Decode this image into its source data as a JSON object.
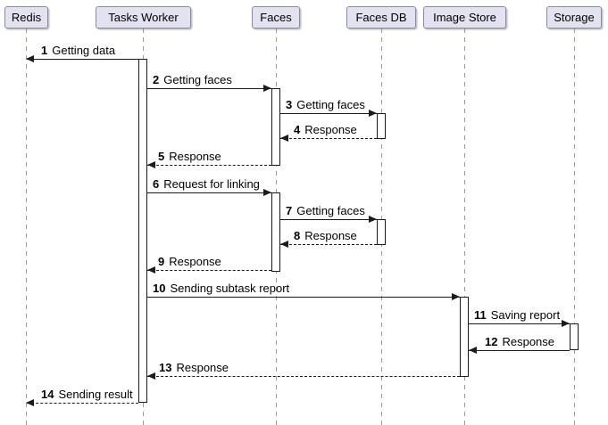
{
  "diagram": {
    "type": "sequence",
    "participants": [
      {
        "name": "Redis"
      },
      {
        "name": "Tasks Worker"
      },
      {
        "name": "Faces"
      },
      {
        "name": "Faces DB"
      },
      {
        "name": "Image Store"
      },
      {
        "name": "Storage"
      }
    ],
    "messages": [
      {
        "num": "1",
        "text": "Getting data",
        "from": "Tasks Worker",
        "to": "Redis",
        "line": "solid"
      },
      {
        "num": "2",
        "text": "Getting faces",
        "from": "Tasks Worker",
        "to": "Faces",
        "line": "solid"
      },
      {
        "num": "3",
        "text": "Getting faces",
        "from": "Faces",
        "to": "Faces DB",
        "line": "solid"
      },
      {
        "num": "4",
        "text": "Response",
        "from": "Faces DB",
        "to": "Faces",
        "line": "dashed"
      },
      {
        "num": "5",
        "text": "Response",
        "from": "Faces",
        "to": "Tasks Worker",
        "line": "dashed"
      },
      {
        "num": "6",
        "text": "Request for linking",
        "from": "Tasks Worker",
        "to": "Faces",
        "line": "solid"
      },
      {
        "num": "7",
        "text": "Getting faces",
        "from": "Faces",
        "to": "Faces DB",
        "line": "solid"
      },
      {
        "num": "8",
        "text": "Response",
        "from": "Faces DB",
        "to": "Faces",
        "line": "dashed"
      },
      {
        "num": "9",
        "text": "Response",
        "from": "Faces",
        "to": "Tasks Worker",
        "line": "dashed"
      },
      {
        "num": "10",
        "text": "Sending subtask report",
        "from": "Tasks Worker",
        "to": "Image Store",
        "line": "solid"
      },
      {
        "num": "11",
        "text": "Saving report",
        "from": "Image Store",
        "to": "Storage",
        "line": "solid"
      },
      {
        "num": "12",
        "text": "Response",
        "from": "Storage",
        "to": "Image Store",
        "line": "solid"
      },
      {
        "num": "13",
        "text": "Response",
        "from": "Image Store",
        "to": "Tasks Worker",
        "line": "dashed"
      },
      {
        "num": "14",
        "text": "Sending result",
        "from": "Tasks Worker",
        "to": "Redis",
        "line": "dashed"
      }
    ],
    "colors": {
      "participant_fill": "#E2E2F0",
      "participant_border": "#8A8AA3",
      "message_line": "#1B1B1B",
      "lifeline": "#9A9A9A",
      "activation_fill": "#FFFFFF"
    }
  }
}
